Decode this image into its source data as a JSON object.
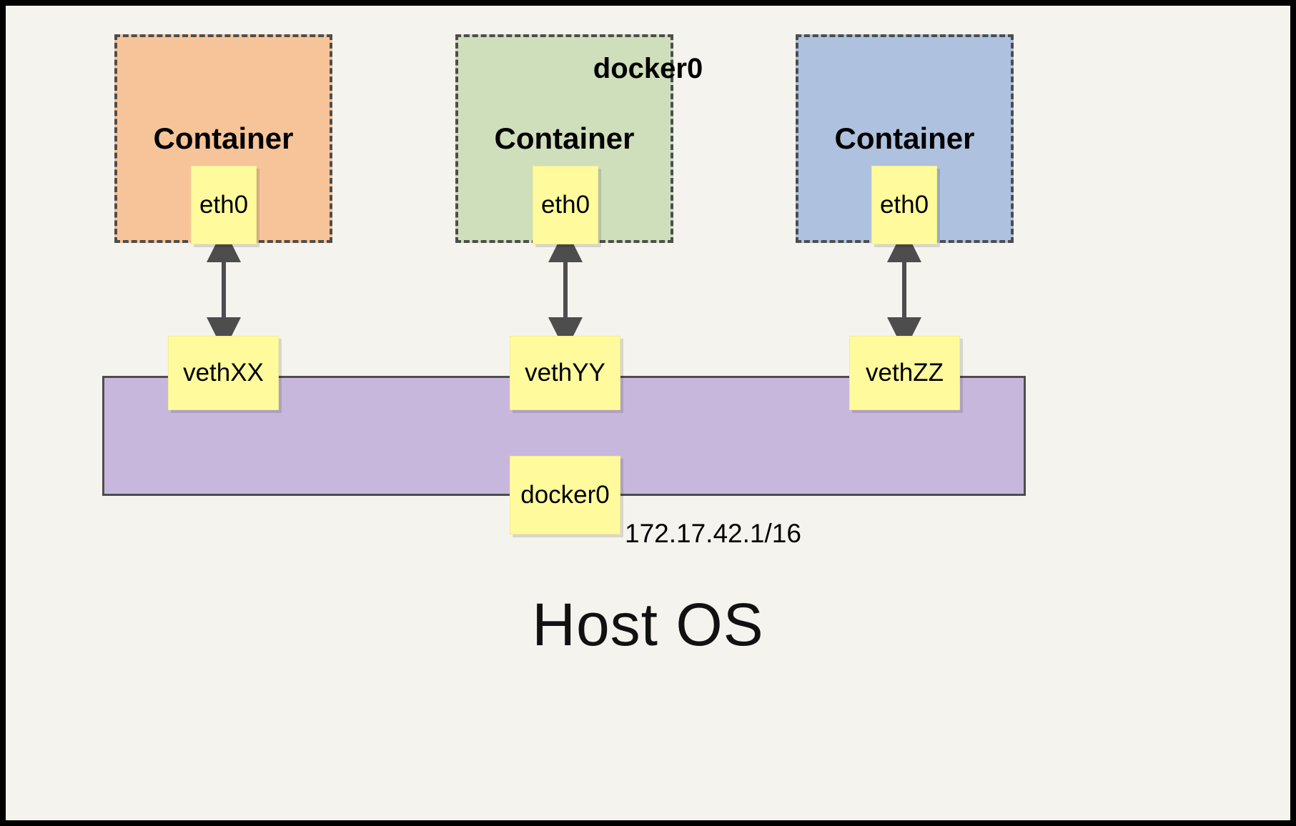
{
  "diagram": {
    "title_caption": "Host OS",
    "background_color": "#F4F3EE",
    "frame_color": "#000000",
    "containers": [
      {
        "label": "Container",
        "fill": "#F7C49A",
        "iface_label": "eth0",
        "veth_label": "vethXX"
      },
      {
        "label": "Container",
        "fill": "#CFDFBB",
        "iface_label": "eth0",
        "veth_label": "vethYY"
      },
      {
        "label": "Container",
        "fill": "#AEC2DF",
        "iface_label": "eth0",
        "veth_label": "vethZZ"
      }
    ],
    "bridge": {
      "name": "docker0",
      "note_label": "docker0",
      "ip_label": "172.17.42.1/16",
      "fill": "#C8B7DC",
      "border": "#4D4D4D"
    },
    "note_fill": "#FFFB9D",
    "arrow_color": "#4D4D4D"
  }
}
